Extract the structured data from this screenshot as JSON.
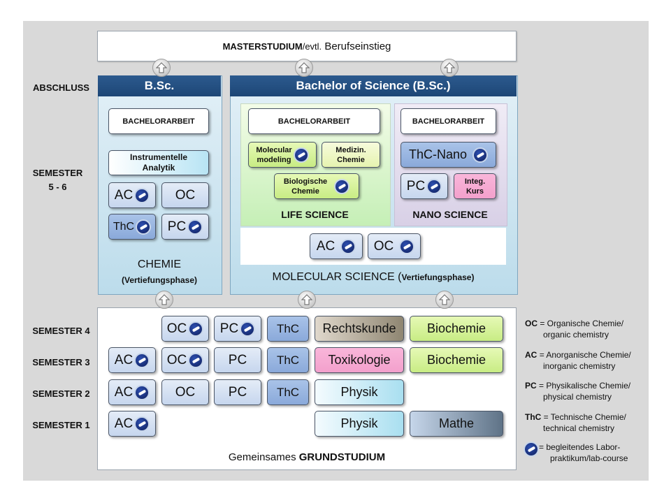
{
  "top": {
    "bold": "MASTERSTUDIUM",
    "rest1": "/evtl.",
    "rest2": " Berufseinstieg"
  },
  "row_labels": {
    "abschluss": "ABSCHLUSS",
    "sem56_a": "SEMESTER",
    "sem56_b": "5 - 6",
    "sem4": "SEMESTER 4",
    "sem3": "SEMESTER 3",
    "sem2": "SEMESTER 2",
    "sem1": "SEMESTER 1"
  },
  "chemie": {
    "header": "B.Sc.",
    "bachelorarbeit": "BACHELORARBEIT",
    "instr_a": "Instrumentelle",
    "instr_b": "Analytik",
    "ac": "AC",
    "oc": "OC",
    "thc": "ThC",
    "pc": "PC",
    "title": "CHEMIE",
    "subtitle": "(Vertiefungsphase)"
  },
  "molecular": {
    "header": "Bachelor of Science (B.Sc.)",
    "life": {
      "bachelorarbeit": "BACHELORARBEIT",
      "molmod_a": "Molecular",
      "molmod_b": "modeling",
      "medizin_a": "Medizin.",
      "medizin_b": "Chemie",
      "bio_a": "Biologische",
      "bio_b": "Chemie",
      "title": "LIFE SCIENCE"
    },
    "nano": {
      "bachelorarbeit": "BACHELORARBEIT",
      "thcnano": "ThC-Nano",
      "pc": "PC",
      "integ_a": "Integ.",
      "integ_b": "Kurs",
      "title": "NANO SCIENCE"
    },
    "ac": "AC",
    "oc": "OC",
    "title": "MOLECULAR SCIENCE (",
    "subtitle": "Vertiefungsphase)"
  },
  "grund": {
    "sem4": {
      "oc": "OC",
      "pc": "PC",
      "thc": "ThC",
      "recht": "Rechtskunde",
      "bio": "Biochemie"
    },
    "sem3": {
      "ac": "AC",
      "oc": "OC",
      "pc": "PC",
      "thc": "ThC",
      "toxi": "Toxikologie",
      "bio": "Biochemie"
    },
    "sem2": {
      "ac": "AC",
      "oc": "OC",
      "pc": "PC",
      "thc": "ThC",
      "physik": "Physik"
    },
    "sem1": {
      "ac": "AC",
      "physik": "Physik",
      "mathe": "Mathe"
    },
    "caption_a": "Gemeinsames ",
    "caption_b": "GRUNDSTUDIUM"
  },
  "legend": {
    "oc_key": "OC",
    "oc_a": "= Organische Chemie/",
    "oc_b": "organic chemistry",
    "ac_key": "AC",
    "ac_a": "= Anorganische Chemie/",
    "ac_b": "inorganic chemistry",
    "pc_key": "PC",
    "pc_a": "= Physikalische Chemie/",
    "pc_b": "physical chemistry",
    "thc_key": "ThC",
    "thc_a": "= Technische Chemie/",
    "thc_b": "technical chemistry",
    "lab_a": "=  begleitendes Labor-",
    "lab_b": "praktikum/lab-course"
  }
}
